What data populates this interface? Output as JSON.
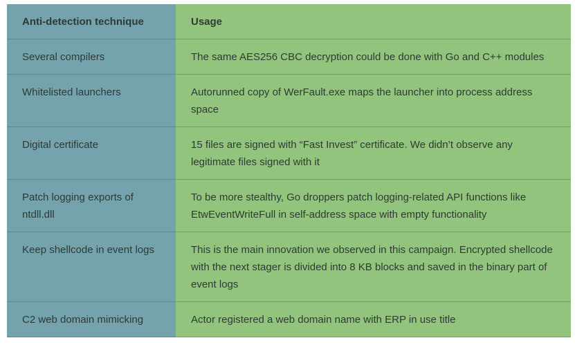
{
  "header": {
    "technique": "Anti-detection technique",
    "usage": "Usage"
  },
  "rows": [
    {
      "technique": "Several compilers",
      "usage": "The same AES256 CBC decryption could be done with Go and C++ modules"
    },
    {
      "technique": "Whitelisted launchers",
      "usage": "Autorunned copy of WerFault.exe maps the launcher into process address space"
    },
    {
      "technique": "Digital certificate",
      "usage": "15 files are signed with “Fast Invest” certificate. We didn’t observe any legitimate files signed with it"
    },
    {
      "technique": "Patch logging exports of ntdll.dll",
      "usage": "To be more stealthy, Go droppers patch logging-related API functions like EtwEventWriteFull in self-address space with empty functionality"
    },
    {
      "technique": "Keep shellcode in event logs",
      "usage": "This is the main innovation we observed in this campaign. Encrypted shellcode with the next stager is divided into 8 KB blocks and saved in the binary part of event logs"
    },
    {
      "technique": "C2 web domain mimicking",
      "usage": "Actor registered a web domain name with ERP in use title"
    }
  ],
  "colors": {
    "technique_col": "#74a3ae",
    "usage_col": "#93c47d"
  }
}
